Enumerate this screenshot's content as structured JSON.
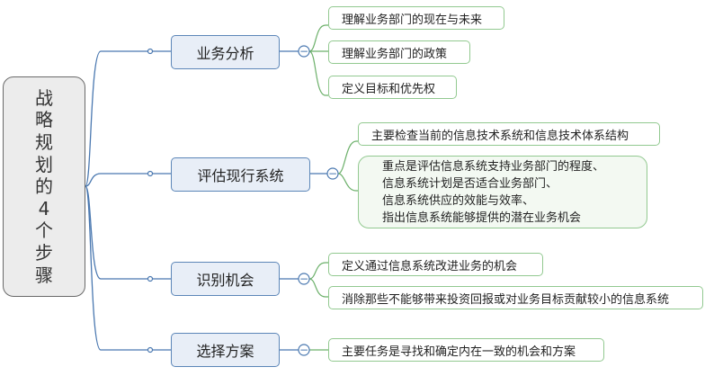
{
  "root": {
    "chars": [
      "战",
      "略",
      "规",
      "划",
      "的",
      "4",
      "个",
      "步",
      "骤"
    ]
  },
  "branches": [
    {
      "label": "业务分析",
      "items": [
        "理解业务部门的现在与未来",
        "理解业务部门的政策",
        "定义目标和优先权"
      ]
    },
    {
      "label": "评估现行系统",
      "items": [
        "主要检查当前的信息技术系统和信息技术体系结构"
      ],
      "multi": [
        "重点是评估信息系统支持业务部门的程度、",
        "信息系统计划是否适合业务部门、",
        "信息系统供应的效能与效率、",
        "指出信息系统能够提供的潜在业务机会"
      ]
    },
    {
      "label": "识别机会",
      "items": [
        "定义通过信息系统改进业务的机会",
        "消除那些不能够带来投资回报或对业务目标贡献较小的信息系统"
      ]
    },
    {
      "label": "选择方案",
      "items": [
        "主要任务是寻找和确定内在一致的机会和方案"
      ]
    }
  ],
  "collapse_symbol": "−",
  "colors": {
    "topic_border": "#5c86b8",
    "topic_fill": "#e8eef7",
    "leaf_border": "#92c990",
    "root_border": "#6a6a6a"
  }
}
